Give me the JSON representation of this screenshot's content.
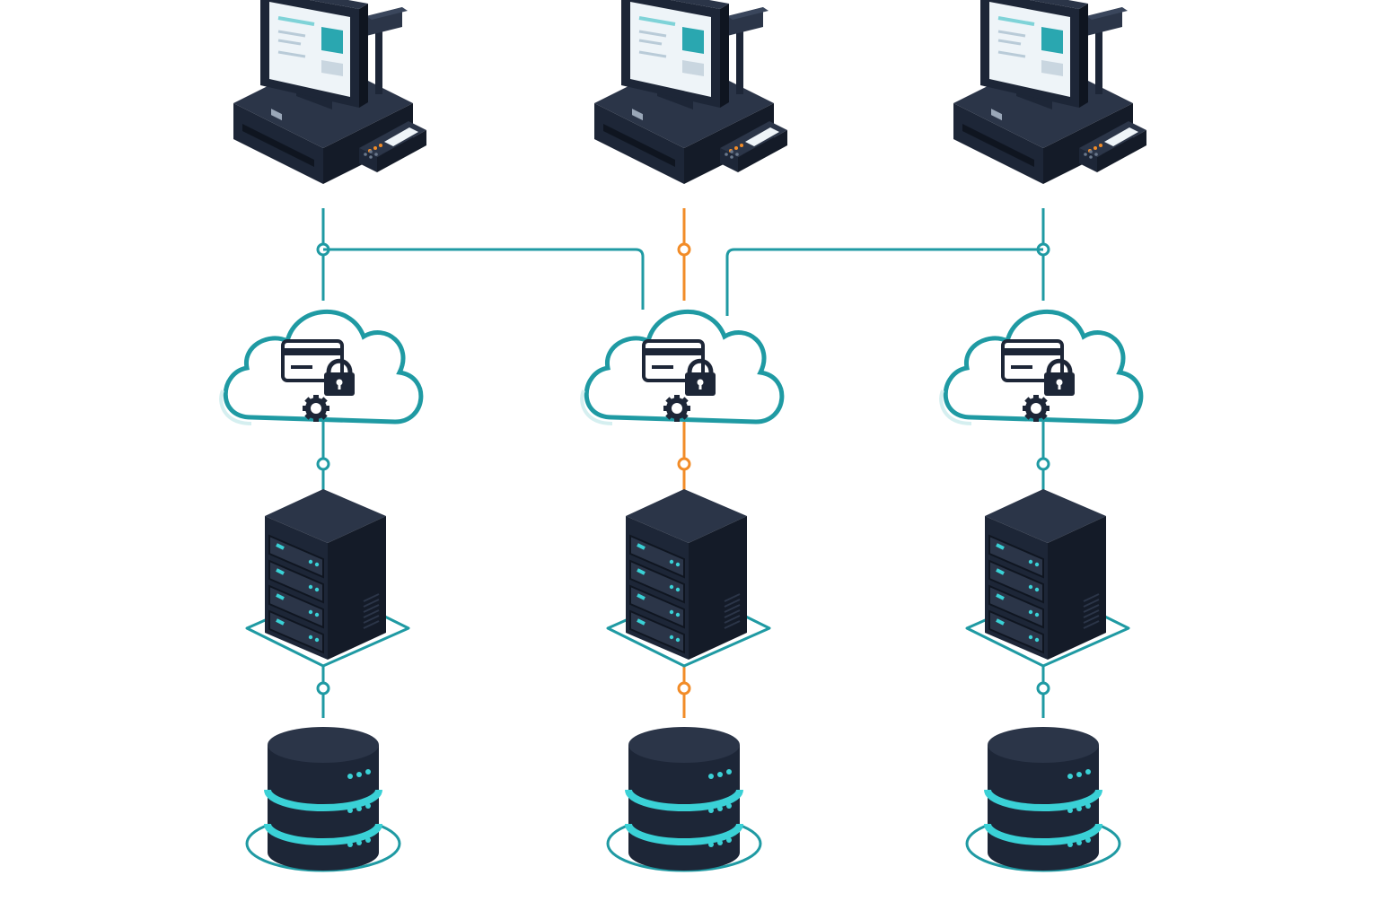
{
  "colors": {
    "teal": "#1f9aa3",
    "orange": "#f28c28",
    "navy": "#1d2637",
    "navy_side": "#2b3548",
    "navy_dark": "#141b28",
    "led": "#3ad1d6",
    "screen": "#eef4f8",
    "screen_line": "#b9cbd8",
    "cloud_fill": "#ffffff",
    "card_fill": "#ffffff"
  },
  "columns": [
    {
      "id": "left",
      "link_color": "teal",
      "nodes": [
        {
          "type": "pos-terminal",
          "icon": "pos-terminal-icon"
        },
        {
          "type": "cloud-gateway",
          "icons": [
            "credit-card-icon",
            "lock-icon",
            "gear-icon"
          ]
        },
        {
          "type": "server-rack",
          "icon": "server-rack-icon",
          "drives": 4
        },
        {
          "type": "database",
          "icon": "database-icon",
          "layers": 3
        }
      ]
    },
    {
      "id": "center",
      "link_color": "orange",
      "nodes": [
        {
          "type": "pos-terminal",
          "icon": "pos-terminal-icon"
        },
        {
          "type": "cloud-gateway",
          "icons": [
            "credit-card-icon",
            "lock-icon",
            "gear-icon"
          ]
        },
        {
          "type": "server-rack",
          "icon": "server-rack-icon",
          "drives": 4
        },
        {
          "type": "database",
          "icon": "database-icon",
          "layers": 3
        }
      ]
    },
    {
      "id": "right",
      "link_color": "teal",
      "nodes": [
        {
          "type": "pos-terminal",
          "icon": "pos-terminal-icon"
        },
        {
          "type": "cloud-gateway",
          "icons": [
            "credit-card-icon",
            "lock-icon",
            "gear-icon"
          ]
        },
        {
          "type": "server-rack",
          "icon": "server-rack-icon",
          "drives": 4
        },
        {
          "type": "database",
          "icon": "database-icon",
          "layers": 3
        }
      ]
    }
  ],
  "cross_links": [
    {
      "from": "left",
      "to": "center",
      "color": "teal"
    },
    {
      "from": "right",
      "to": "center",
      "color": "teal"
    }
  ]
}
